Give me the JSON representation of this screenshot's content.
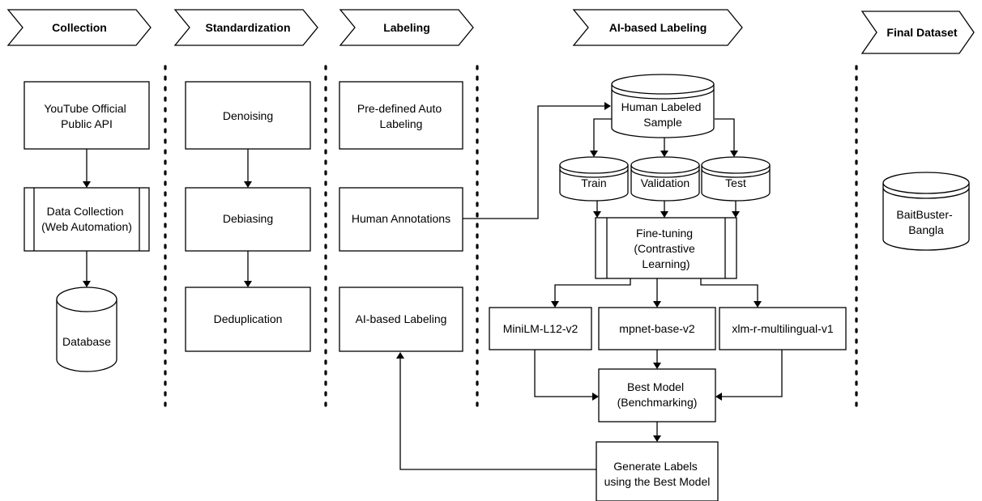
{
  "stages": {
    "collection": "Collection",
    "standardization": "Standardization",
    "labeling": "Labeling",
    "ai_labeling": "AI-based Labeling",
    "final_dataset": "Final Dataset"
  },
  "collection": {
    "api": [
      "YouTube Official",
      "Public API"
    ],
    "web_automation": [
      "Data Collection",
      "(Web Automation)"
    ],
    "database": "Database"
  },
  "standardization": {
    "denoising": "Denoising",
    "debiasing": "Debiasing",
    "deduplication": "Deduplication"
  },
  "labeling": {
    "auto": [
      "Pre-defined Auto",
      "Labeling"
    ],
    "human": "Human Annotations",
    "ai": "AI-based Labeling"
  },
  "ai_labeling": {
    "human_sample": [
      "Human Labeled",
      "Sample"
    ],
    "train": "Train",
    "validation": "Validation",
    "test": "Test",
    "finetune": [
      "Fine-tuning",
      "(Contrastive",
      "Learning)"
    ],
    "model_1": "MiniLM-L12-v2",
    "model_2": "mpnet-base-v2",
    "model_3": "xlm-r-multilingual-v1",
    "best_model": [
      "Best Model",
      "(Benchmarking)"
    ],
    "generate": [
      "Generate Labels",
      "using the Best Model"
    ]
  },
  "final": {
    "dataset": [
      "BaitBuster-",
      "Bangla"
    ]
  }
}
